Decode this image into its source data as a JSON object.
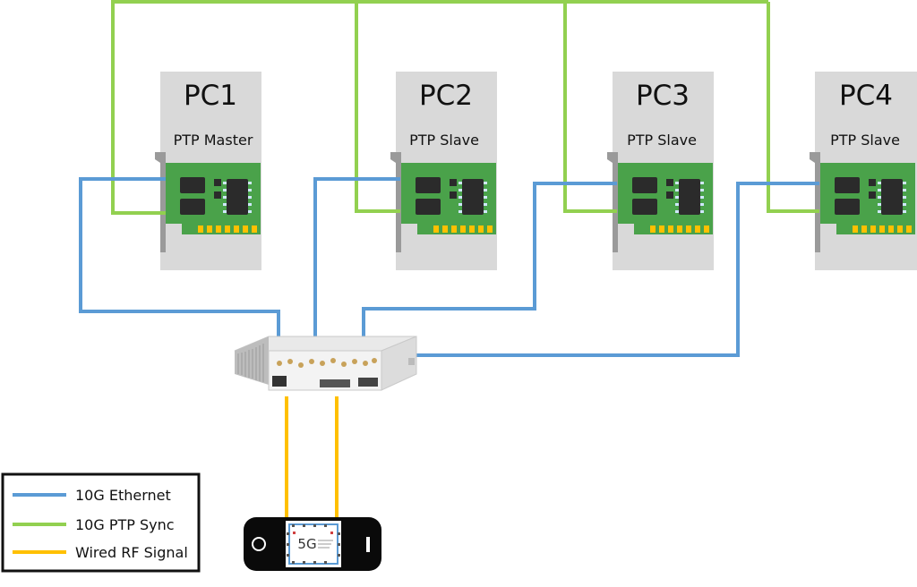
{
  "colors": {
    "ethernet": "#5b9bd5",
    "ptp_sync": "#92d050",
    "rf_signal": "#ffc000",
    "pc_panel": "#d9d9d9",
    "nic_board": "#4aa24a"
  },
  "pcs": [
    {
      "name": "PC1",
      "role": "PTP Master"
    },
    {
      "name": "PC2",
      "role": "PTP Slave"
    },
    {
      "name": "PC3",
      "role": "PTP Slave"
    },
    {
      "name": "PC4",
      "role": "PTP Slave"
    }
  ],
  "phone": {
    "screen_label": "5G"
  },
  "legend": [
    {
      "label": "10G Ethernet",
      "color": "#5b9bd5"
    },
    {
      "label": "10G PTP Sync",
      "color": "#92d050"
    },
    {
      "label": "Wired RF Signal",
      "color": "#ffc000"
    }
  ]
}
